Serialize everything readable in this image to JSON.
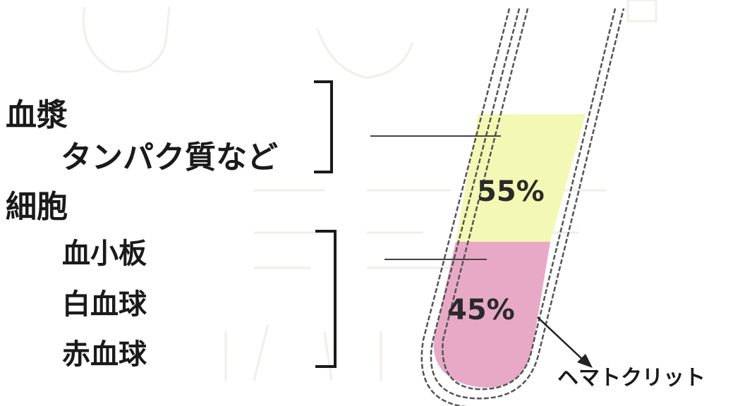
{
  "plasma": {
    "title": "血漿",
    "subtitle": "タンパク質など",
    "percent": "55%",
    "fraction": 0.55,
    "color": "#f3f9b4"
  },
  "cells": {
    "title": "細胞",
    "items": [
      "血小板",
      "白血球",
      "赤血球"
    ],
    "percent": "45%",
    "fraction": 0.45,
    "color": "#e8a9c7"
  },
  "hematocrit_label": "ヘマトクリット"
}
